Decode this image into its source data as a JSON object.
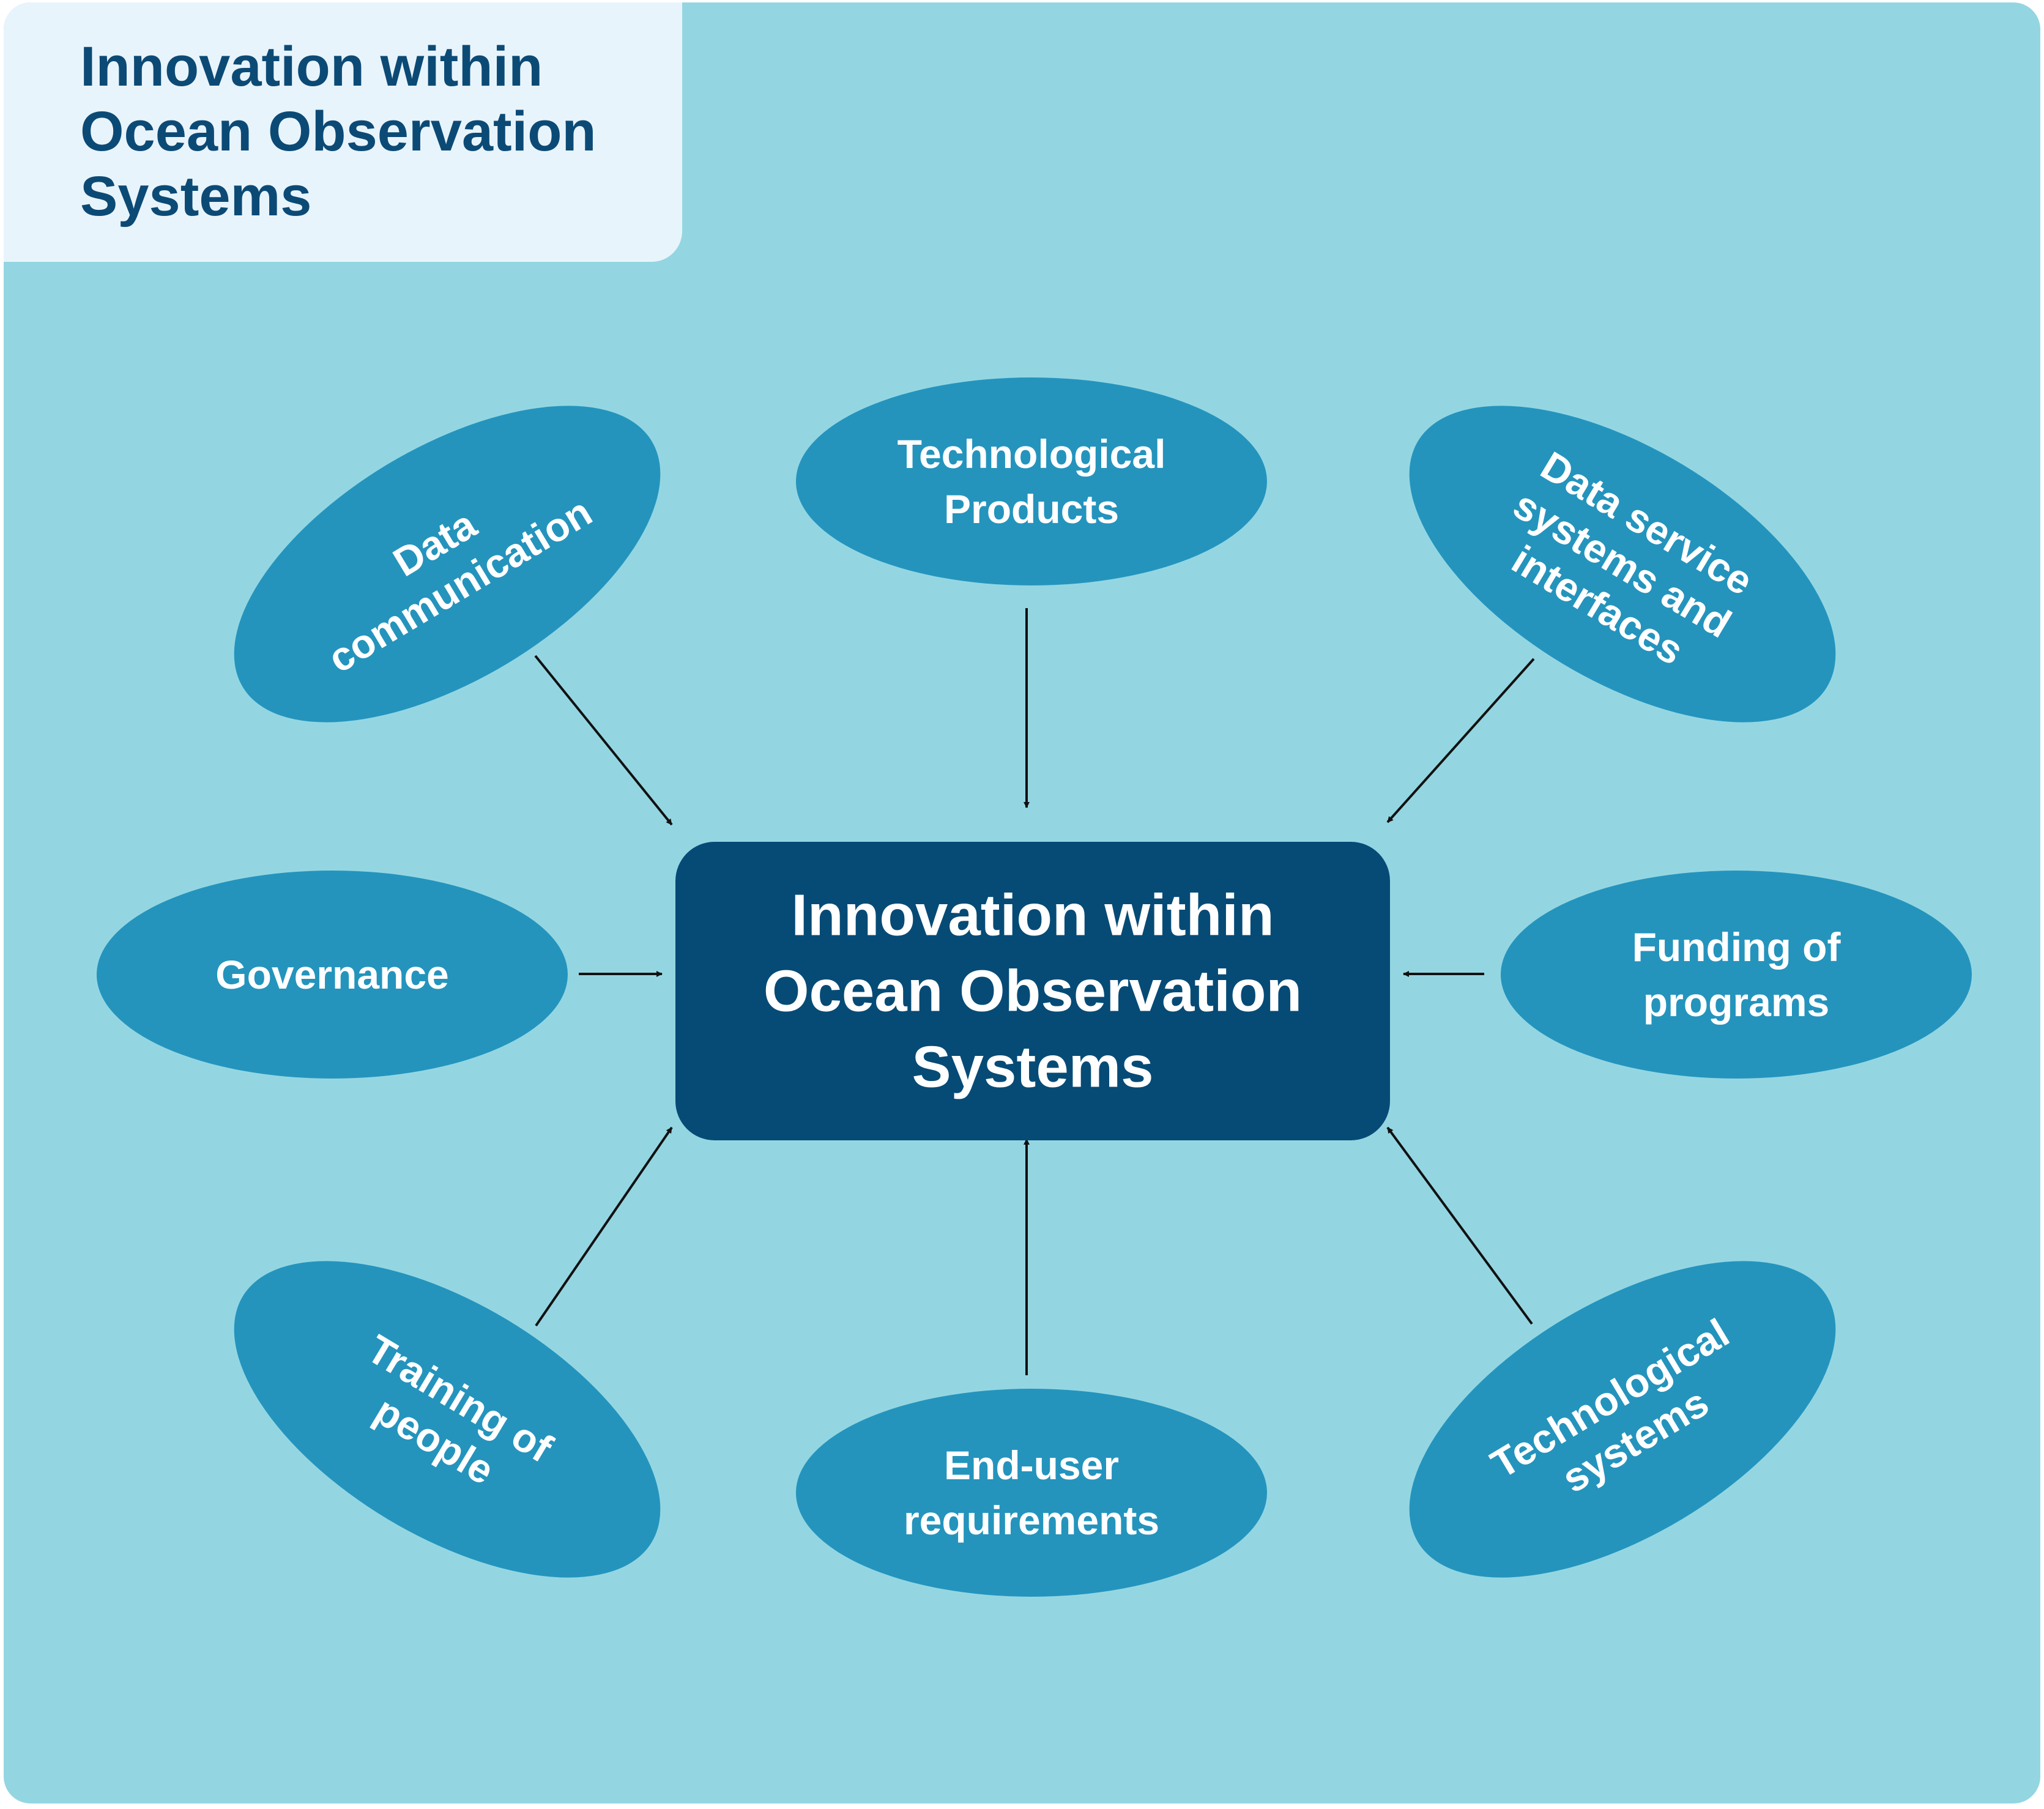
{
  "colors": {
    "page_background": "#93d6e2",
    "title_box_background": "#e8f4fb",
    "title_text": "#0c4a76",
    "node_fill": "#2494bd",
    "node_text": "#ffffff",
    "center_fill": "#064b76",
    "center_text": "#ffffff",
    "arrow": "#111111"
  },
  "title": "Innovation within\nOcean Observation\nSystems",
  "center": {
    "lines": [
      "Innovation within",
      "Ocean Observation",
      "Systems"
    ]
  },
  "nodes": [
    {
      "id": "data-communication",
      "lines": [
        "Data",
        "communication"
      ]
    },
    {
      "id": "technological-products",
      "lines": [
        "Technological",
        "Products"
      ]
    },
    {
      "id": "data-service-systems",
      "lines": [
        "Data service",
        "systems and",
        "interfaces"
      ]
    },
    {
      "id": "governance",
      "lines": [
        "Governance"
      ]
    },
    {
      "id": "funding-of-programs",
      "lines": [
        "Funding of",
        "programs"
      ]
    },
    {
      "id": "training-of-people",
      "lines": [
        "Training of",
        "people"
      ]
    },
    {
      "id": "end-user-requirements",
      "lines": [
        "End-user",
        "requirements"
      ]
    },
    {
      "id": "technological-systems",
      "lines": [
        "Technological",
        "systems"
      ]
    }
  ]
}
